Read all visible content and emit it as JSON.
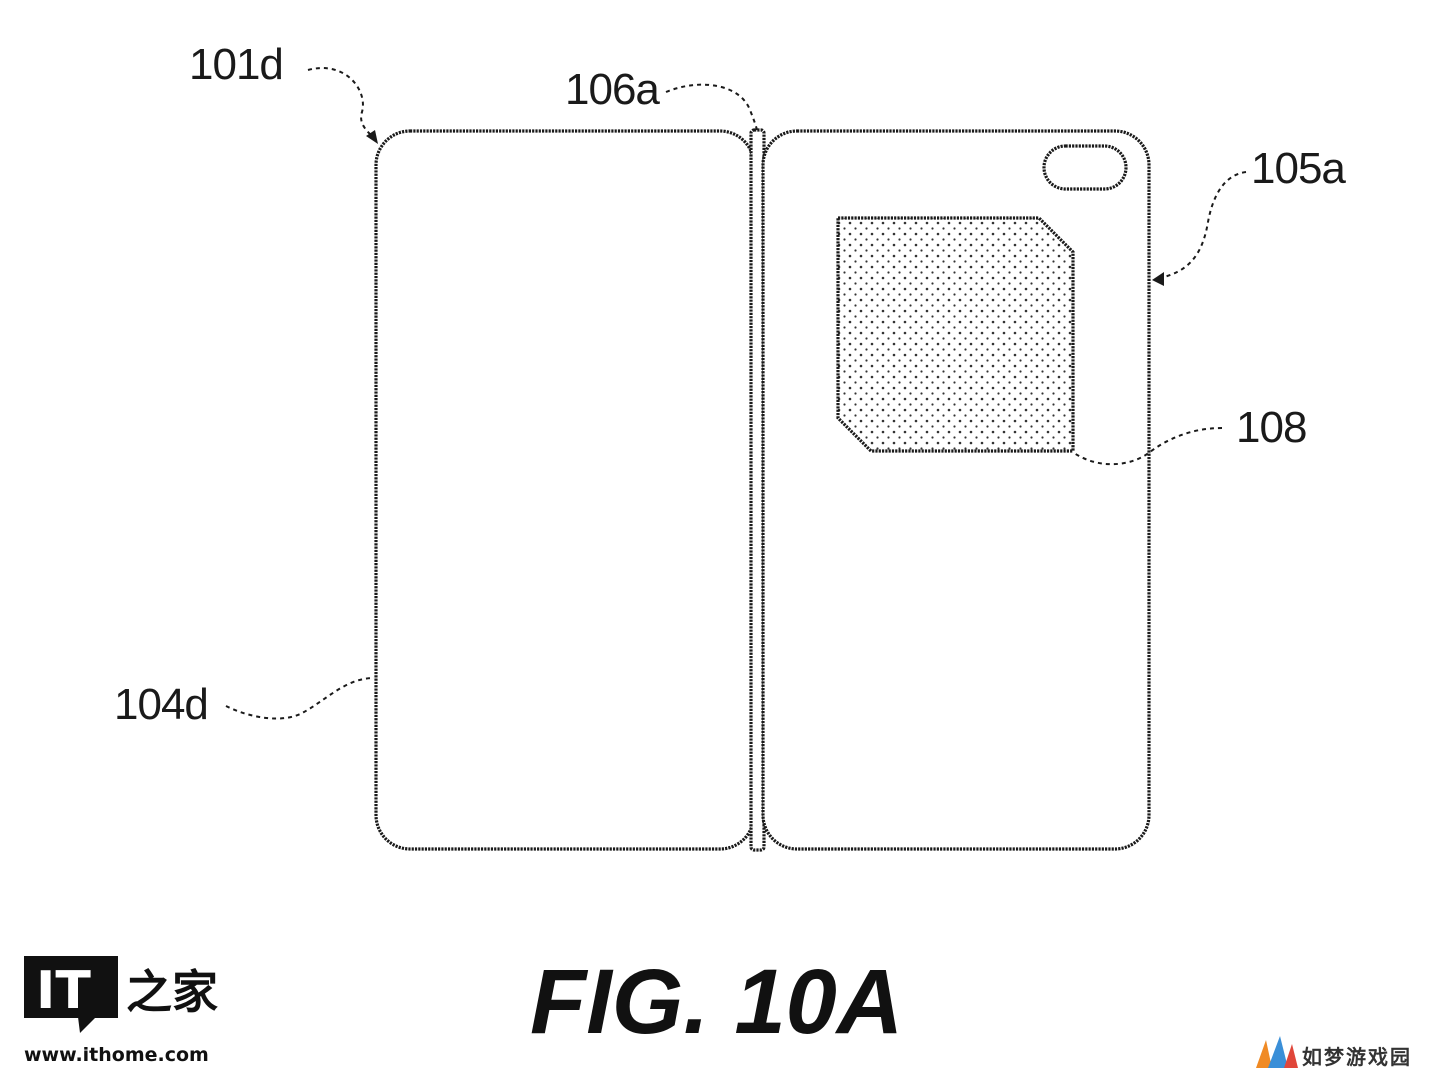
{
  "figure": {
    "caption": "FIG. 10A",
    "labels": {
      "left_panel": "101d",
      "hinge": "106a",
      "right_panel": "105a",
      "camera_module": "108",
      "left_panel_edge": "104d"
    }
  },
  "watermarks": {
    "ithome_logo_text": "IT",
    "ithome_logo_cn": "之家",
    "ithome_url": "www.ithome.com",
    "rumeng_text": "如梦游戏园"
  },
  "colors": {
    "line": "#1a1a1a",
    "background": "#ffffff",
    "dot_fill": "#333333",
    "rumeng_orange": "#f08a24",
    "rumeng_blue": "#3a8fd8",
    "rumeng_red": "#e0463a"
  }
}
